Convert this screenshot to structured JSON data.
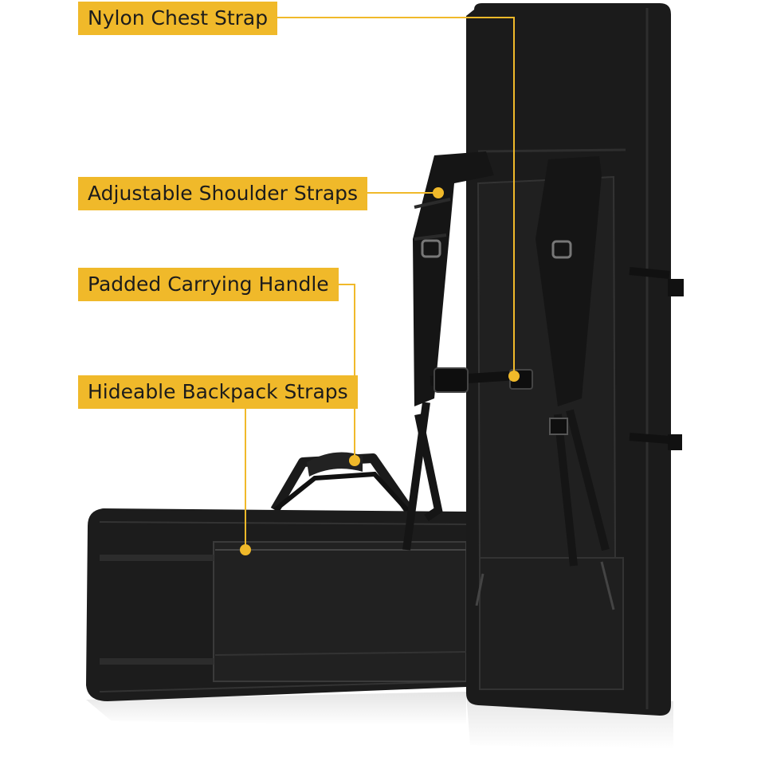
{
  "theme": {
    "background": "#ffffff",
    "callout_color": "#f0b92a",
    "text_color": "#1c1c1c",
    "bag_color": "#1a1a1a"
  },
  "callouts": [
    {
      "id": "chest",
      "label": "Nylon Chest Strap"
    },
    {
      "id": "shoulder",
      "label": "Adjustable Shoulder Straps"
    },
    {
      "id": "handle",
      "label": "Padded Carrying Handle"
    },
    {
      "id": "backpack",
      "label": "Hideable Backpack Straps"
    }
  ]
}
